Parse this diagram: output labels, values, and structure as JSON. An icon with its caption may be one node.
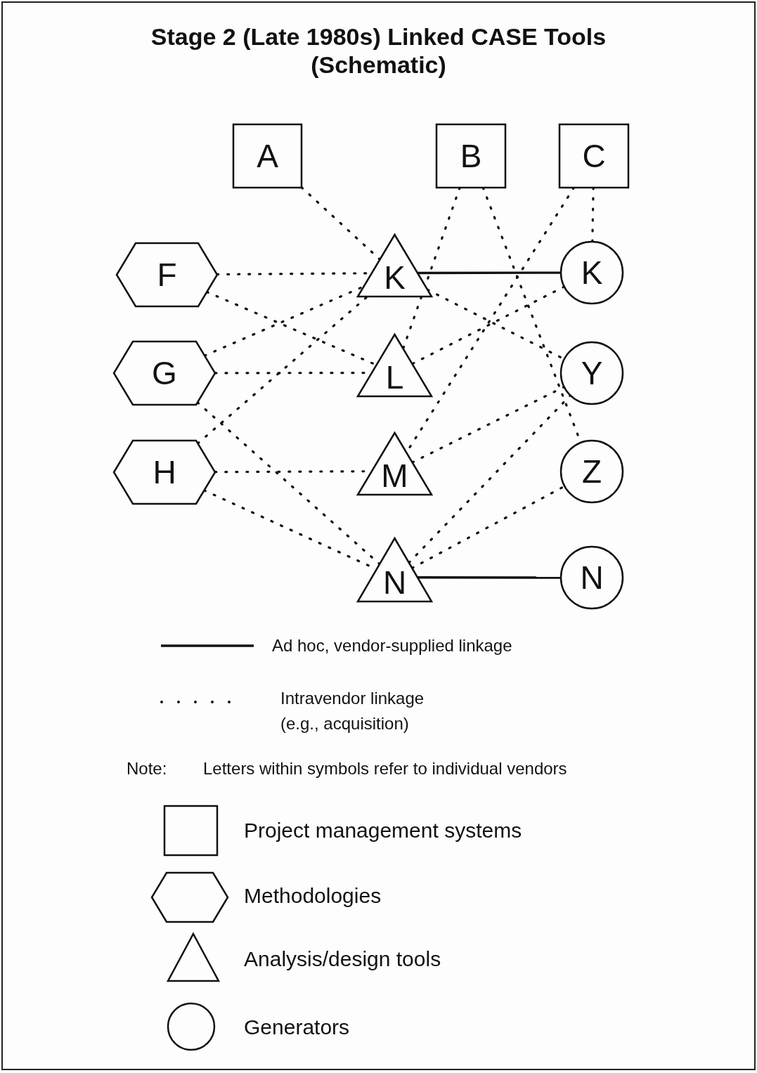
{
  "diagram": {
    "title": "Stage 2 (Late 1980s) Linked CASE Tools (Schematic)",
    "nodes": [
      {
        "text": [
          "A"
        ]
      },
      {
        "text": [
          "B"
        ]
      },
      {
        "text": [
          "C"
        ]
      },
      {
        "text": [
          "F"
        ]
      },
      {
        "text": [
          "K"
        ]
      },
      {
        "text": [
          "K"
        ]
      },
      {
        "text": [
          "G"
        ]
      },
      {
        "text": [
          "L"
        ]
      },
      {
        "text": [
          "Y"
        ]
      },
      {
        "text": [
          "H"
        ]
      },
      {
        "text": [
          "M"
        ]
      },
      {
        "text": [
          "Z"
        ]
      },
      {
        "text": [
          "N"
        ]
      },
      {
        "text": [
          "N"
        ]
      }
    ],
    "edges": [
      {
        "from": 0,
        "to": 4,
        "arrow": "none",
        "style": "dashed"
      },
      {
        "from": 1,
        "to": 7,
        "arrow": "none",
        "style": "dashed"
      },
      {
        "from": 1,
        "to": 11,
        "arrow": "none",
        "style": "dashed"
      },
      {
        "from": 2,
        "to": 5,
        "arrow": "none",
        "style": "dashed"
      },
      {
        "from": 2,
        "to": 10,
        "arrow": "none",
        "style": "dashed"
      },
      {
        "from": 3,
        "to": 4,
        "arrow": "none",
        "style": "dashed"
      },
      {
        "from": 3,
        "to": 7,
        "arrow": "none",
        "style": "dashed"
      },
      {
        "from": 6,
        "to": 4,
        "arrow": "none",
        "style": "dashed"
      },
      {
        "from": 6,
        "to": 7,
        "arrow": "none",
        "style": "dashed"
      },
      {
        "from": 6,
        "to": 12,
        "arrow": "none",
        "style": "dashed"
      },
      {
        "from": 9,
        "to": 4,
        "arrow": "none",
        "style": "dashed"
      },
      {
        "from": 9,
        "to": 10,
        "arrow": "none",
        "style": "dashed"
      },
      {
        "from": 9,
        "to": 12,
        "arrow": "none",
        "style": "dashed"
      },
      {
        "from": 4,
        "to": 5,
        "arrow": "none"
      },
      {
        "from": 4,
        "to": 8,
        "arrow": "none",
        "style": "dashed"
      },
      {
        "from": 5,
        "to": 7,
        "arrow": "none",
        "style": "dashed"
      },
      {
        "from": 10,
        "to": 8,
        "arrow": "none",
        "style": "dashed"
      },
      {
        "from": 12,
        "to": 8,
        "arrow": "none",
        "style": "dashed"
      },
      {
        "from": 12,
        "to": 11,
        "arrow": "none",
        "style": "dashed"
      },
      {
        "from": 12,
        "to": 13,
        "arrow": "none"
      }
    ],
    "labels": [
      "Note:",
      "Letters within symbols refer to individual vendors"
    ],
    "legend": [
      {
        "text": "Ad hoc, vendor-supplied linkage"
      },
      {
        "text": "Intravendor linkage (e.g., acquisition)"
      },
      {
        "text": "Project management systems"
      },
      {
        "text": "Methodologies"
      },
      {
        "text": "Analysis/design tools"
      },
      {
        "text": "Generators"
      }
    ]
  }
}
